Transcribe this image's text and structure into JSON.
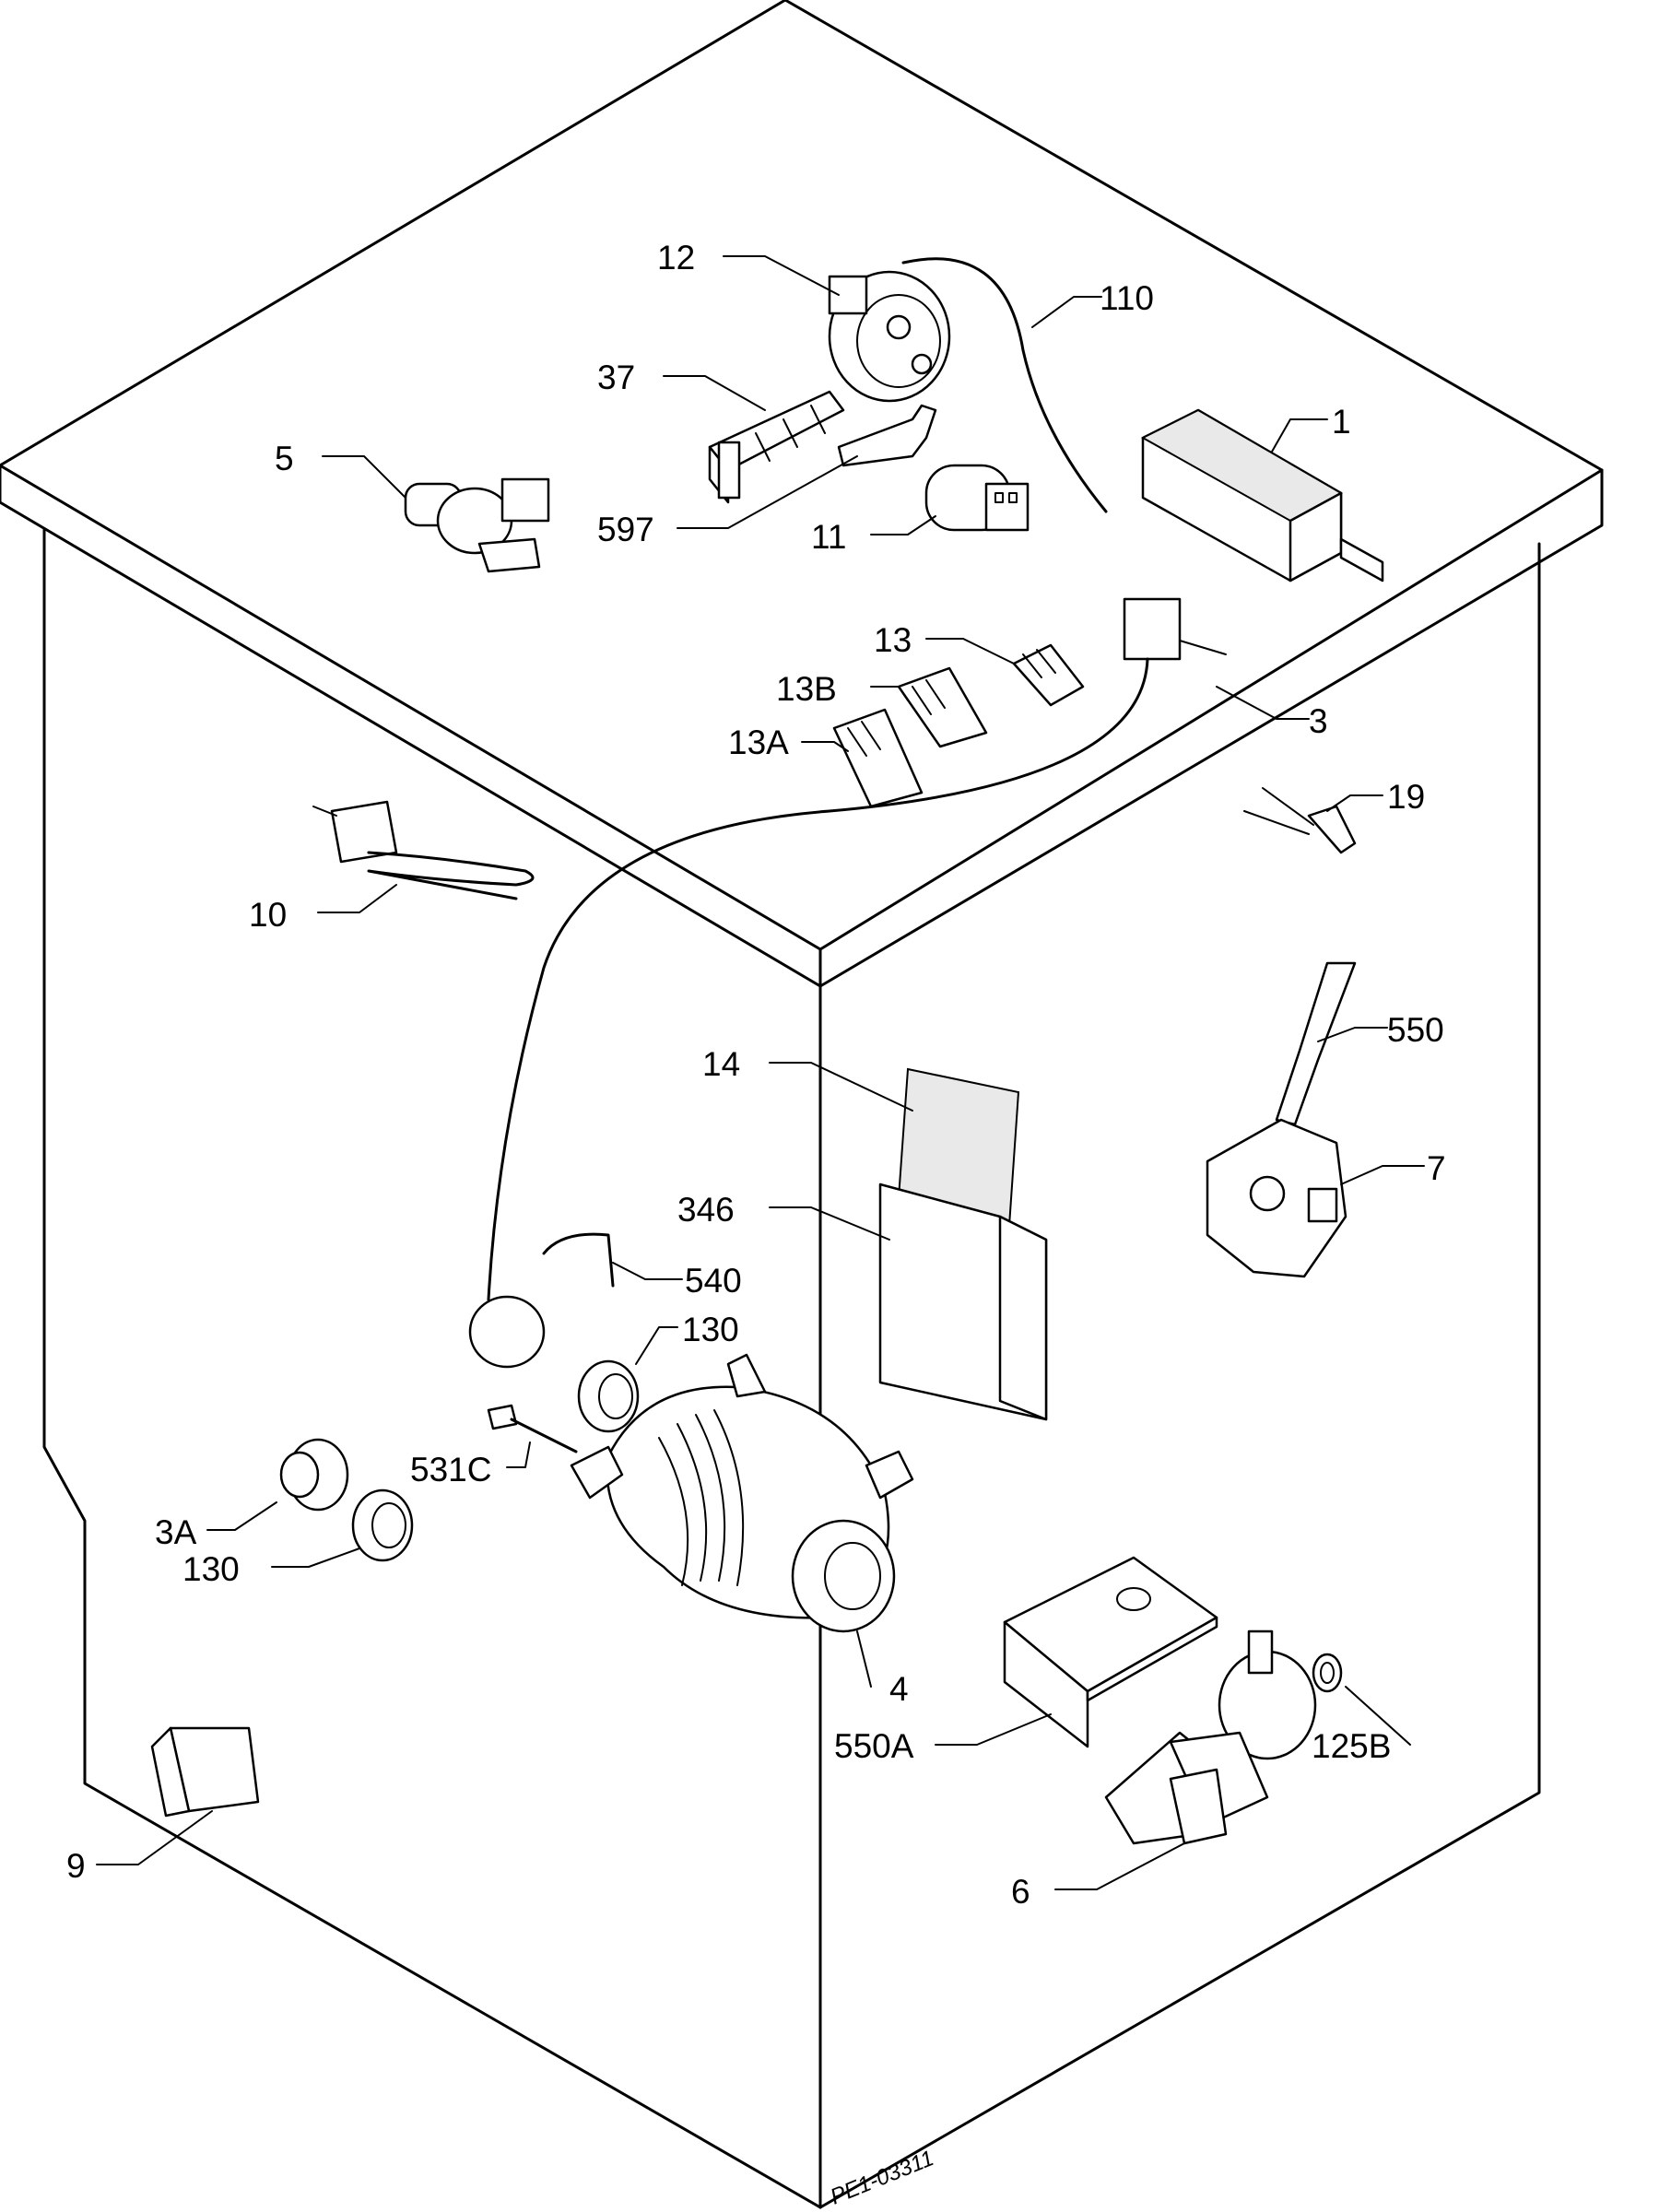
{
  "labels": [
    {
      "id": "12",
      "text": "12"
    },
    {
      "id": "110",
      "text": "110"
    },
    {
      "id": "37",
      "text": "37"
    },
    {
      "id": "5",
      "text": "5"
    },
    {
      "id": "1",
      "text": "1"
    },
    {
      "id": "597",
      "text": "597"
    },
    {
      "id": "11",
      "text": "11"
    },
    {
      "id": "13",
      "text": "13"
    },
    {
      "id": "13B",
      "text": "13B"
    },
    {
      "id": "3",
      "text": "3"
    },
    {
      "id": "13A",
      "text": "13A"
    },
    {
      "id": "19",
      "text": "19"
    },
    {
      "id": "10",
      "text": "10"
    },
    {
      "id": "550",
      "text": "550"
    },
    {
      "id": "14",
      "text": "14"
    },
    {
      "id": "7",
      "text": "7"
    },
    {
      "id": "346",
      "text": "346"
    },
    {
      "id": "540",
      "text": "540"
    },
    {
      "id": "130a",
      "text": "130"
    },
    {
      "id": "531C",
      "text": "531C"
    },
    {
      "id": "3A",
      "text": "3A"
    },
    {
      "id": "130b",
      "text": "130"
    },
    {
      "id": "4",
      "text": "4"
    },
    {
      "id": "550A",
      "text": "550A"
    },
    {
      "id": "125B",
      "text": "125B"
    },
    {
      "id": "9",
      "text": "9"
    },
    {
      "id": "6",
      "text": "6"
    }
  ],
  "drawing_ref": "PE1-03311"
}
